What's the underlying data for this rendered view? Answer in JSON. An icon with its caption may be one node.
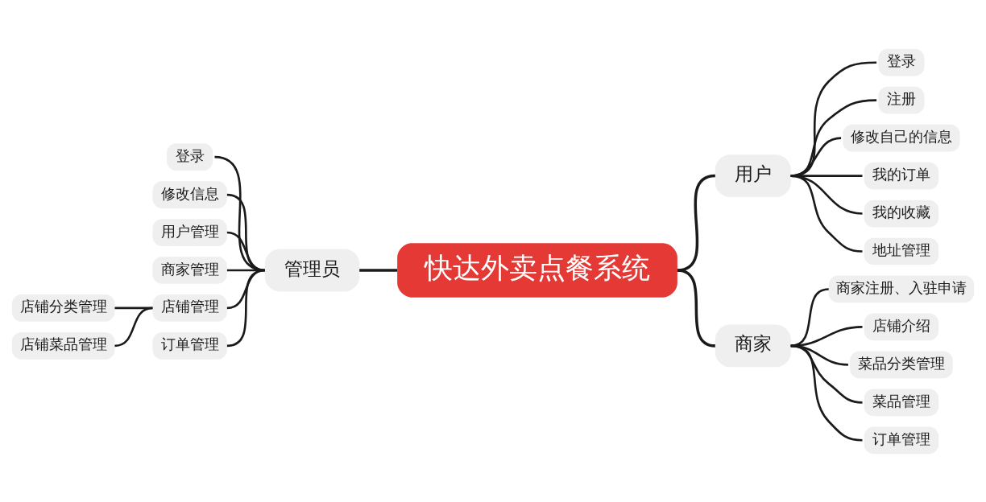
{
  "diagram": {
    "nodes": [
      {
        "text": [
          "快达外卖点餐系统"
        ]
      },
      {
        "text": [
          "用户"
        ]
      },
      {
        "text": [
          "登录"
        ]
      },
      {
        "text": [
          "注册"
        ]
      },
      {
        "text": [
          "修改自己的信息"
        ]
      },
      {
        "text": [
          "我的订单"
        ]
      },
      {
        "text": [
          "我的收藏"
        ]
      },
      {
        "text": [
          "地址管理"
        ]
      },
      {
        "text": [
          "商家"
        ]
      },
      {
        "text": [
          "商家注册、入驻申请"
        ]
      },
      {
        "text": [
          "店铺介绍"
        ]
      },
      {
        "text": [
          "菜品分类管理"
        ]
      },
      {
        "text": [
          "菜品管理"
        ]
      },
      {
        "text": [
          "订单管理"
        ]
      },
      {
        "text": [
          "管理员"
        ]
      },
      {
        "text": [
          "登录"
        ]
      },
      {
        "text": [
          "修改信息"
        ]
      },
      {
        "text": [
          "用户管理"
        ]
      },
      {
        "text": [
          "商家管理"
        ]
      },
      {
        "text": [
          "店铺管理"
        ]
      },
      {
        "text": [
          "订单管理"
        ]
      },
      {
        "text": [
          "店铺分类管理"
        ]
      },
      {
        "text": [
          "店铺菜品管理"
        ]
      }
    ],
    "edges": [
      {
        "from": 0,
        "to": 1,
        "arrow": "none"
      },
      {
        "from": 1,
        "to": 2,
        "arrow": "none"
      },
      {
        "from": 1,
        "to": 3,
        "arrow": "none"
      },
      {
        "from": 1,
        "to": 4,
        "arrow": "none"
      },
      {
        "from": 1,
        "to": 5,
        "arrow": "none"
      },
      {
        "from": 1,
        "to": 6,
        "arrow": "none"
      },
      {
        "from": 1,
        "to": 7,
        "arrow": "none"
      },
      {
        "from": 0,
        "to": 8,
        "arrow": "none"
      },
      {
        "from": 8,
        "to": 9,
        "arrow": "none"
      },
      {
        "from": 8,
        "to": 10,
        "arrow": "none"
      },
      {
        "from": 8,
        "to": 11,
        "arrow": "none"
      },
      {
        "from": 8,
        "to": 12,
        "arrow": "none"
      },
      {
        "from": 8,
        "to": 13,
        "arrow": "none"
      },
      {
        "from": 0,
        "to": 14,
        "arrow": "none"
      },
      {
        "from": 14,
        "to": 15,
        "arrow": "none"
      },
      {
        "from": 14,
        "to": 16,
        "arrow": "none"
      },
      {
        "from": 14,
        "to": 17,
        "arrow": "none"
      },
      {
        "from": 14,
        "to": 18,
        "arrow": "none"
      },
      {
        "from": 14,
        "to": 19,
        "arrow": "none"
      },
      {
        "from": 14,
        "to": 20,
        "arrow": "none"
      },
      {
        "from": 19,
        "to": 21,
        "arrow": "none"
      },
      {
        "from": 19,
        "to": 22,
        "arrow": "none"
      }
    ]
  }
}
